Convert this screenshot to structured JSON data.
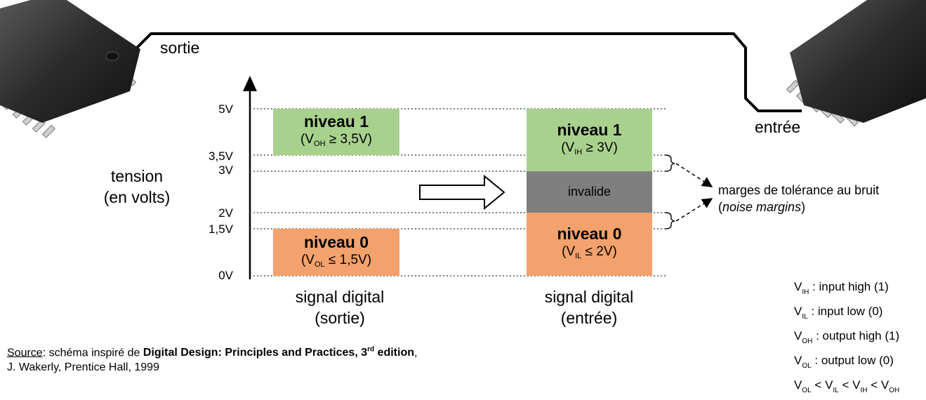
{
  "colors": {
    "level_high": "#a9d18e",
    "level_low": "#f4a26d",
    "invalid": "#7f7f7f"
  },
  "chips": {
    "output_chip": "chip-icon",
    "input_chip": "chip-icon",
    "output_label": "sortie",
    "input_label": "entrée"
  },
  "axis": {
    "label_line1": "tension",
    "label_line2": "(en volts)",
    "ticks": [
      "5V",
      "3,5V",
      "3V",
      "2V",
      "1,5V",
      "0V"
    ]
  },
  "output_signal": {
    "high": {
      "title": "niveau 1",
      "cond_open": "(V",
      "sub": "OH",
      "cond_rest": " ≥ 3,5V)"
    },
    "low": {
      "title": "niveau 0",
      "cond_open": "(V",
      "sub": "OL",
      "cond_rest": " ≤ 1,5V)"
    },
    "label_line1": "signal digital",
    "label_line2": "(sortie)"
  },
  "input_signal": {
    "high": {
      "title": "niveau 1",
      "cond_open": "(V",
      "sub": "IH",
      "cond_rest": " ≥ 3V)"
    },
    "invalid": "invalide",
    "low": {
      "title": "niveau 0",
      "cond_open": "(V",
      "sub": "IL",
      "cond_rest": " ≤ 2V)"
    },
    "label_line1": "signal digital",
    "label_line2": "(entrée)"
  },
  "noise": {
    "line1": "marges de tolérance au bruit",
    "open": "(",
    "italic": "noise margins",
    "close": ")"
  },
  "legend": [
    {
      "sym": "V",
      "sub": "IH",
      "text": " : input high (1)"
    },
    {
      "sym": "V",
      "sub": "IL",
      "text": " : input low (0)"
    },
    {
      "sym": "V",
      "sub": "OH",
      "text": " : output high (1)"
    },
    {
      "sym": "V",
      "sub": "OL",
      "text": " : output low (0)"
    }
  ],
  "legend_relation": {
    "v": "V",
    "s1": "OL",
    "s2": "IL",
    "s3": "IH",
    "s4": "OH",
    "lt": " < "
  },
  "source": {
    "word": "Source",
    "rest": ": schéma inspiré de ",
    "book": "Digital Design: Principles and Practices, 3",
    "sup": "rd",
    "book_end": " edition",
    "comma": ",",
    "line2": "J. Wakerly, Prentice Hall, 1999"
  }
}
